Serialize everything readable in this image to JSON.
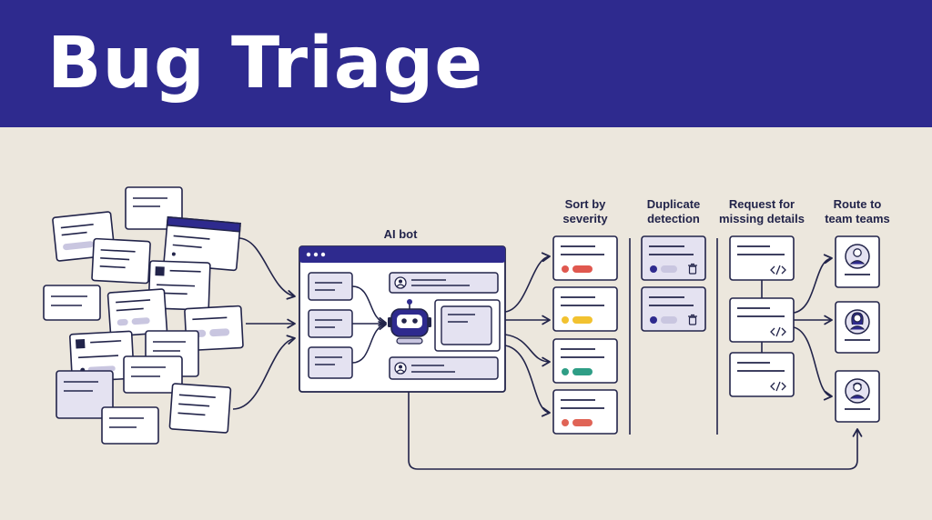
{
  "title": "Bug Triage",
  "labels": {
    "ai_bot": "AI bot",
    "sort_line1": "Sort by",
    "sort_line2": "severity",
    "dup_line1": "Duplicate",
    "dup_line2": "detection",
    "req_line1": "Request for",
    "req_line2": "missing details",
    "route_line1": "Route to",
    "route_line2": "team teams"
  },
  "icons": [
    "robot-icon",
    "user-avatar-icon",
    "code-icon",
    "trash-icon",
    "person-icon"
  ],
  "colors": {
    "banner": "#2e2a8e",
    "background": "#ece7dd",
    "ink": "#22244a",
    "card_fill": "#ffffff",
    "card_fill_muted": "#e4e2f1",
    "pill_grey": "#c9c6e0",
    "severity_red": "#e0584f",
    "severity_yellow": "#f2c230",
    "severity_green": "#2f9e86",
    "severity_coral": "#e06456"
  }
}
